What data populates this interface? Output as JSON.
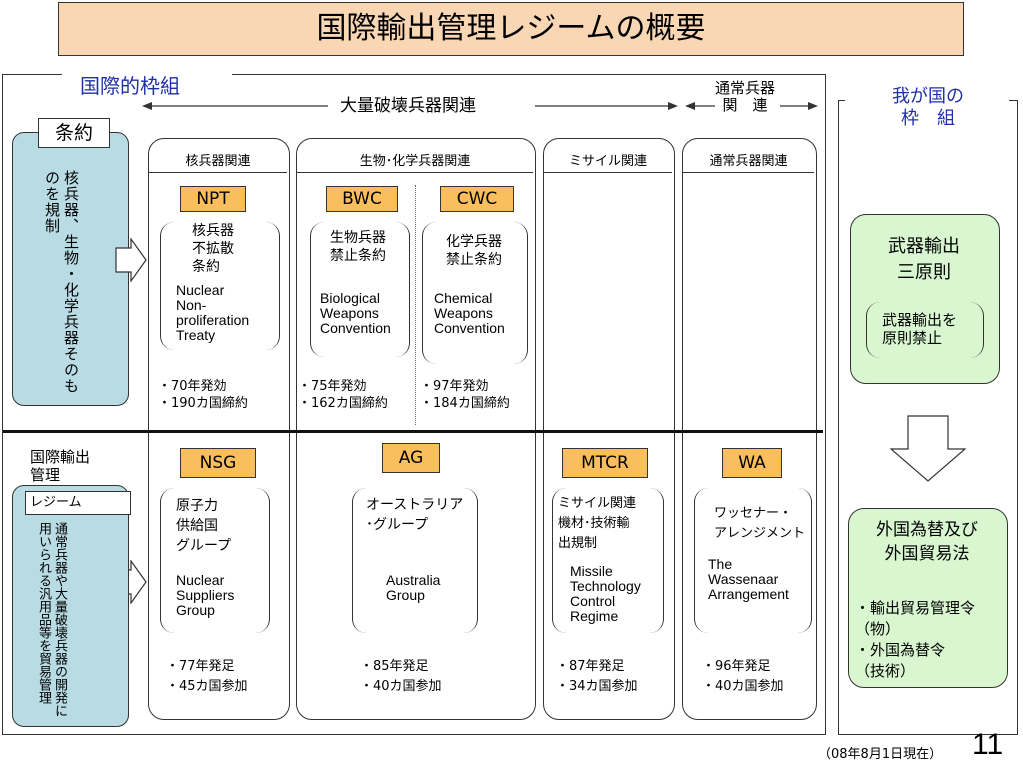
{
  "title": "国際輸出管理レジームの概要",
  "intl_framework": "国際的枠組",
  "wmd_related": "大量破壊兵器関連",
  "conventional_related_top": "通常兵器\n関　連",
  "japan_framework": "我が国の\n枠　組",
  "treaty_label": "条約",
  "treaty_desc": "核兵器、生物・化学兵器そのものを規制",
  "regime_label_1": "国際輸出\n管理",
  "regime_label_2": "レジーム",
  "regime_desc": "通常兵器や大量破壊兵器の開発に用いられる汎用品等を貿易管理",
  "columns": {
    "nuclear": "核兵器関連",
    "bio_chem": "生物･化学兵器関連",
    "missile": "ミサイル関連",
    "conventional": "通常兵器関連"
  },
  "npt": {
    "badge": "NPT",
    "ja": "核兵器\n不拡散\n条約",
    "en": "Nuclear\nNon-\nproliferation\nTreaty",
    "stats": "・70年発効\n・190カ国締約"
  },
  "bwc": {
    "badge": "BWC",
    "ja": "生物兵器\n禁止条約",
    "en": "Biological\nWeapons\nConvention",
    "stats": "・75年発効\n・162カ国締約"
  },
  "cwc": {
    "badge": "CWC",
    "ja": "化学兵器\n禁止条約",
    "en": "Chemical\nWeapons\nConvention",
    "stats": "・97年発効\n・184カ国締約"
  },
  "nsg": {
    "badge": "NSG",
    "ja": "原子力\n供給国\nグループ",
    "en": "Nuclear\nSuppliers\nGroup",
    "stats": "・77年発足\n・45カ国参加"
  },
  "ag": {
    "badge": "AG",
    "ja": "オーストラリア\n･グループ",
    "en": "Australia\nGroup",
    "stats": "・85年発足\n・40カ国参加"
  },
  "mtcr": {
    "badge": "MTCR",
    "ja": "ミサイル関連\n機材･技術輸\n出規制",
    "en": "Missile\nTechnology\nControl\nRegime",
    "stats": "・87年発足\n・34カ国参加"
  },
  "wa": {
    "badge": "WA",
    "ja": "ワッセナー・\nアレンジメント",
    "en": "The\nWassenaar\nArrangement",
    "stats": "・96年発足\n・40カ国参加"
  },
  "arms_export": {
    "title": "武器輸出\n三原則",
    "sub": "武器輸出を\n原則禁止"
  },
  "forex_law": {
    "title": "外国為替及び\n外国貿易法",
    "items": "・輸出貿易管理令\n（物）\n・外国為替令\n（技術）"
  },
  "date_note": "（08年8月1日現在）",
  "page_number": "11"
}
